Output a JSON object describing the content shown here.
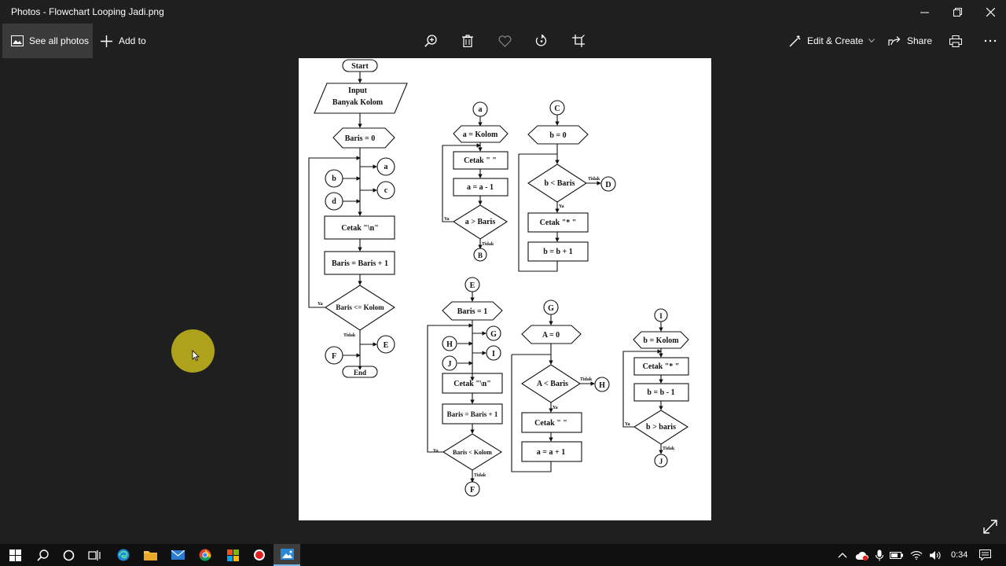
{
  "window": {
    "title": "Photos - Flowchart Looping Jadi.png",
    "controls": [
      "minimize-icon",
      "restore-icon",
      "close-icon"
    ]
  },
  "toolbar": {
    "see_all_photos": "See all photos",
    "add_to": "Add to",
    "edit_create": "Edit & Create",
    "share": "Share",
    "icons": [
      "zoom-in-icon",
      "delete-icon",
      "heart-icon",
      "rotate-icon",
      "crop-icon",
      "print-icon",
      "more-icon"
    ]
  },
  "flowchart": {
    "main": {
      "start": "Start",
      "input_line1": "Input",
      "input_line2": "Banyak Kolom",
      "init": "Baris = 0",
      "conn_a": "a",
      "conn_b": "b",
      "conn_c": "c",
      "conn_d": "d",
      "print": "Cetak \"\\n\"",
      "increment": "Baris = Baris + 1",
      "decision": "Baris <= Kolom",
      "yes": "Ya",
      "no": "Tidak",
      "conn_e": "E",
      "conn_f": "F",
      "end": "End"
    },
    "sub_a": {
      "entry": "a",
      "init": "a = Kolom",
      "print": "Cetak \" \"",
      "decrement": "a = a - 1",
      "decision": "a > Baris",
      "yes": "Ya",
      "no": "Tidak",
      "exit": "B"
    },
    "sub_c": {
      "entry": "C",
      "init": "b = 0",
      "decision": "b < Baris",
      "no": "Tidak",
      "exit": "D",
      "yes": "Ya",
      "print": "Cetak \"* \"",
      "increment": "b  = b + 1"
    },
    "sub_e": {
      "entry": "E",
      "init": "Baris = 1",
      "conn_g": "G",
      "conn_h": "H",
      "conn_i": "I",
      "conn_j": "J",
      "print": "Cetak \"\\n\"",
      "increment": "Baris = Baris + 1",
      "decision": "Baris < Kolom",
      "yes": "Ya",
      "no": "Tidak",
      "exit": "F"
    },
    "sub_g": {
      "entry": "G",
      "init": "A = 0",
      "decision": "A < Baris",
      "no": "Tidak",
      "exit": "H",
      "yes": "Ya",
      "print": "Cetak \" \"",
      "increment": "a = a + 1"
    },
    "sub_i": {
      "entry": "I",
      "init": "b = Kolom",
      "print": "Cetak \"* \"",
      "decrement": "b = b - 1",
      "decision": "b > baris",
      "yes": "Ya",
      "no": "Tidak",
      "exit": "J"
    }
  },
  "taskbar": {
    "apps": [
      "windows-start-icon",
      "search-icon",
      "cortana-icon",
      "task-view-icon",
      "edge-icon",
      "file-explorer-icon",
      "mail-icon",
      "chrome-icon",
      "store-icon",
      "record-icon",
      "photos-icon"
    ],
    "time": "0:34"
  },
  "colors": {
    "background": "#1f1f1f",
    "taskbar": "#101010",
    "cursor_highlight": "#d7c81e",
    "accent": "#76b9ed"
  }
}
